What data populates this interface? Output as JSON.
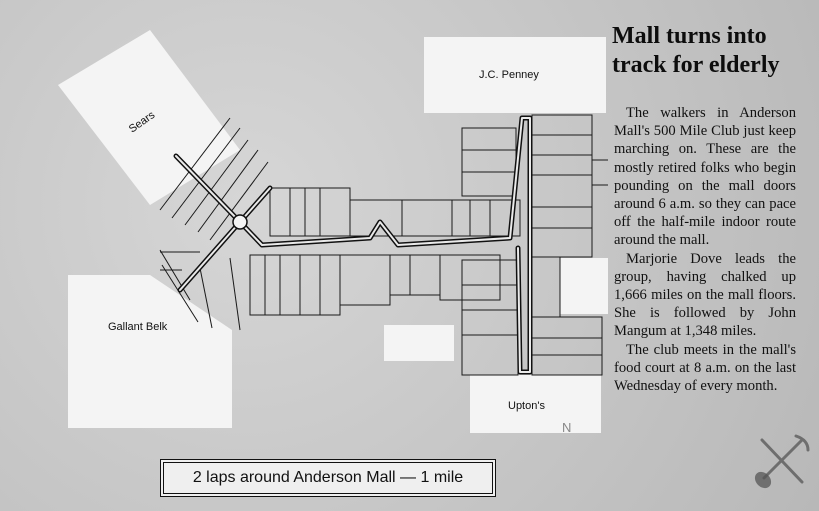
{
  "headline": "Mall turns into track for elderly",
  "paragraphs": [
    "The walkers in Anderson Mall's 500 Mile Club just keep marching on. These are the mostly retired folks who begin pounding on the mall doors around 6 a.m. so they can pace off the half-mile indoor route around the mall.",
    "Marjorie Dove leads the group, having chalked up 1,666 miles on the mall floors. She is followed by John Mangum at 1,348 miles.",
    "The club meets in the mall's food court at 8 a.m. on the last Wednesday of every month."
  ],
  "map": {
    "stores": {
      "sears": "Sears",
      "jcpenney": "J.C. Penney",
      "gallant_belk": "Gallant Belk",
      "uptons": "Upton's"
    },
    "compass_letter": "N"
  },
  "caption": "2 laps around Anderson Mall — 1 mile",
  "icons": {
    "watermark": "crossed-pick-shovel-icon"
  }
}
